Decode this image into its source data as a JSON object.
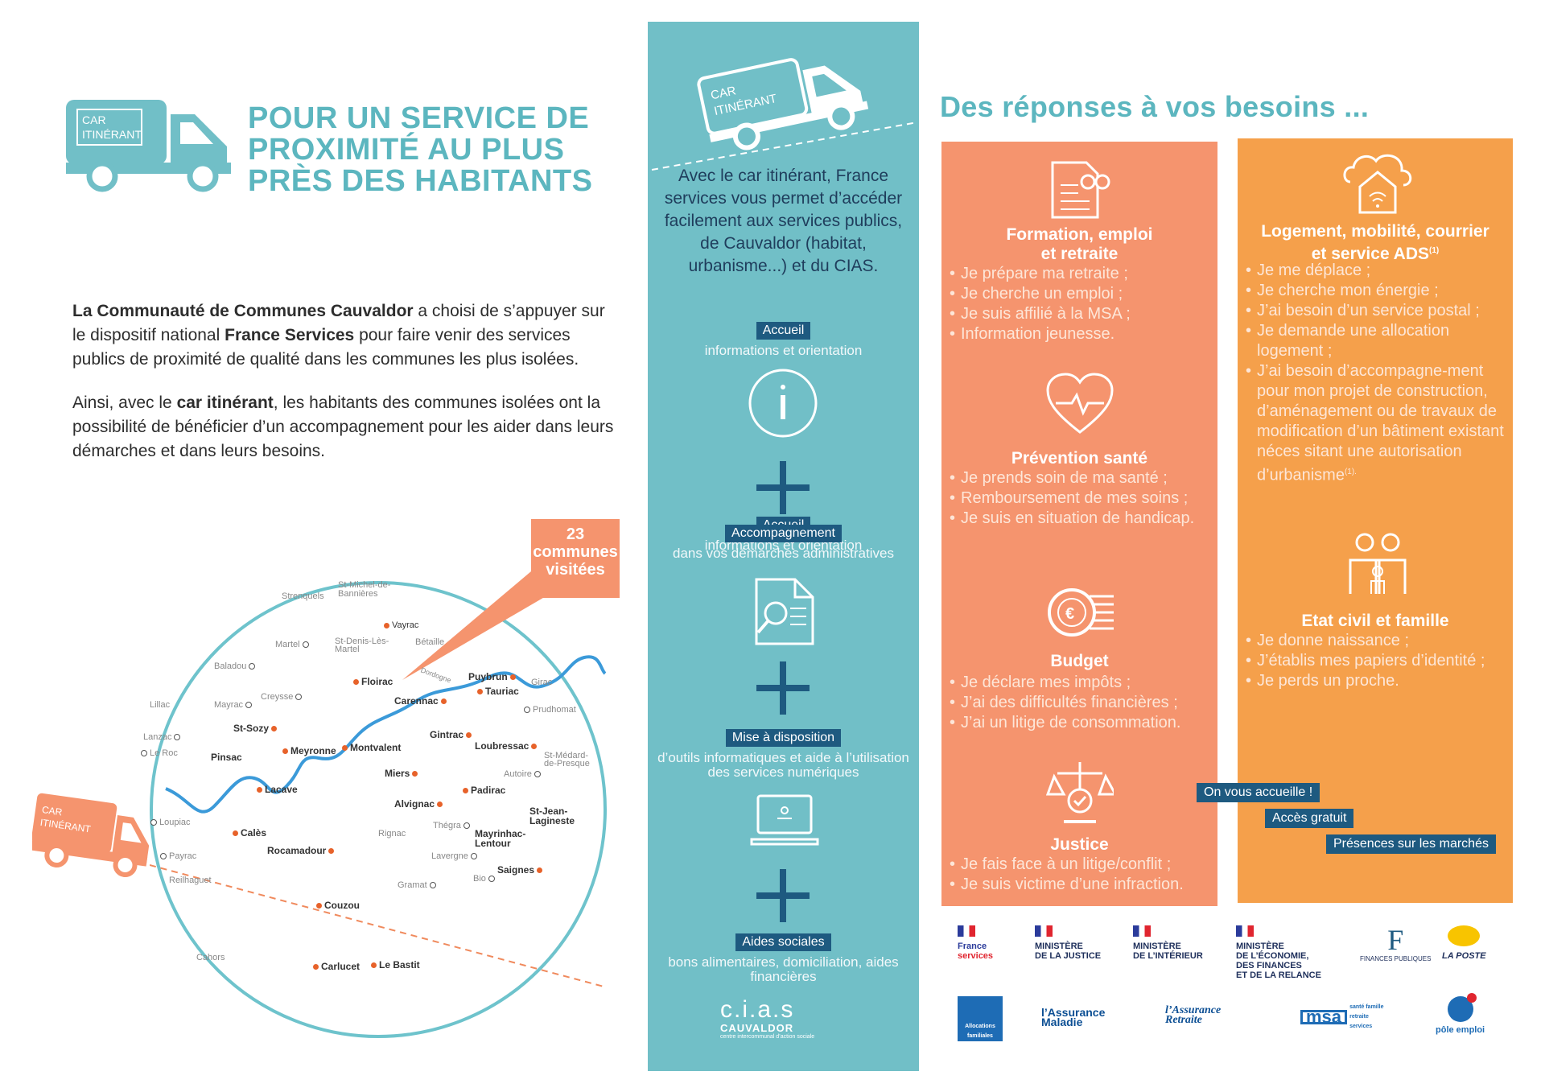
{
  "left": {
    "truck_label": "CAR\nITINÉRANT",
    "title_lines": [
      "POUR UN SERVICE DE",
      "PROXIMITÉ AU PLUS",
      "PRÈS DES HABITANTS"
    ],
    "para1": {
      "bold1": "La Communauté de Communes Cauvaldor",
      "text1": " a choisi de s’appuyer sur le dispositif national ",
      "bold2": "France Services",
      "text2": " pour faire venir des services publics de proximité de qualité dans les communes les plus isolées."
    },
    "para2": {
      "text1": "Ainsi, avec le ",
      "bold1": "car itinérant",
      "text2": ", les habitants des communes isolées ont la possibilité de bénéficier d’un accompagnement pour les aider dans leurs démarches et dans leurs besoins."
    }
  },
  "map": {
    "callout": [
      "23",
      "communes",
      "visitées"
    ],
    "truck_label": "CAR\nITINÉRANT",
    "towns_orange": [
      "Vayrac",
      "Floirac",
      "Puybrun",
      "Tauriac",
      "Carennac",
      "St-Sozy",
      "Meyronne",
      "Montvalent",
      "Gintrac",
      "Loubressac",
      "Pinsac",
      "Lacave",
      "Miers",
      "Padirac",
      "Alvignac",
      "St-Jean-Lagineste",
      "Mayrinhac-Lentour",
      "Calès",
      "Rocamadour",
      "Saignes",
      "Couzou",
      "Carlucet",
      "Le Bastit"
    ],
    "towns_white": [
      "Strenquels",
      "St-Michel-de-Bannières",
      "Martel",
      "St-Denis-Lès-Martel",
      "Baladou",
      "Creysse",
      "Mayrac",
      "Lanzac",
      "Le Roc",
      "Loupiac",
      "Payrac",
      "Reilhaguet",
      "Girac",
      "Prudhomat",
      "Autoire",
      "St-Médard-de-Presque",
      "Thégra",
      "Rignac",
      "Lavergne",
      "Bio",
      "Gramat",
      "Cahors",
      "Lillac",
      "Bétaille",
      "Dordogne"
    ]
  },
  "teal": {
    "truck_label": "CAR\nITINÉRANT",
    "intro": "Avec le car itinérant, France services vous permet d’accéder facilement aux services publics, de Cauvaldor (habitat, urbanisme...) et du CIAS.",
    "items": [
      {
        "tag": "Accueil",
        "sub": "informations et orientation"
      },
      {
        "tag": "Accompagnement",
        "sub": "dans vos démarches administratives"
      },
      {
        "tag": "Mise à disposition",
        "sub": "d’outils informatiques et aide à l’utilisation des services numériques"
      },
      {
        "tag": "Aides sociales",
        "sub": "bons alimentaires, domiciliation, aides financières"
      }
    ],
    "cias": "c.i.a.s",
    "cias_sub": "CAUVALDOR",
    "cias_small": "centre intercommunal d’action sociale"
  },
  "right": {
    "title": "Des réponses à vos besoins ...",
    "salmon": [
      {
        "title": "Formation, emploi\net retraite",
        "icon": "document-glasses-icon",
        "items": [
          "Je prépare ma retraite ;",
          "Je cherche un emploi ;",
          "Je suis affilié à la MSA ;",
          "Information jeunesse."
        ]
      },
      {
        "title": "Prévention santé",
        "icon": "heart-pulse-icon",
        "items": [
          "Je prends soin de ma santé ;",
          "Remboursement de mes soins ;",
          "Je suis en situation de handicap."
        ]
      },
      {
        "title": "Budget",
        "icon": "euro-coins-icon",
        "items": [
          "Je déclare mes impôts ;",
          "J’ai des difficultés financières ;",
          "J’ai un litige de consommation."
        ]
      },
      {
        "title": "Justice",
        "icon": "scales-icon",
        "items": [
          "Je fais face à un litige/conflit ;",
          "Je suis victime d’une infraction."
        ]
      }
    ],
    "orange": [
      {
        "title": "Logement, mobilité, courrier\net service ADS",
        "sup": "(1)",
        "icon": "house-cloud-icon",
        "items": [
          "Je me déplace ;",
          "Je cherche mon énergie ;",
          "J’ai besoin d’un service postal ;",
          "Je demande une allocation logement ;",
          "J’ai besoin d’accompagne-ment pour mon projet de construction, d’aménagement ou de travaux de modification d’un bâtiment existant néces sitant une autorisation d’urbanisme"
        ],
        "last_sup": "(1)."
      },
      {
        "title": "Etat civil et famille",
        "icon": "family-icon",
        "items": [
          "Je donne naissance ;",
          "J’établis mes papiers d’identité ;",
          "Je perds un proche."
        ]
      }
    ],
    "pills": [
      "On vous accueille !",
      "Accès gratuit",
      "Présences sur les marchés"
    ]
  },
  "logos": [
    {
      "name": "France services",
      "lines": [
        "France",
        "services"
      ]
    },
    {
      "name": "Ministère de la Justice",
      "lines": [
        "MINISTÈRE",
        "DE LA JUSTICE"
      ]
    },
    {
      "name": "Ministère de l'Intérieur",
      "lines": [
        "MINISTÈRE",
        "DE L’INTÉRIEUR"
      ]
    },
    {
      "name": "Ministère de l'Économie",
      "lines": [
        "MINISTÈRE",
        "DE L’ÉCONOMIE,",
        "DES FINANCES",
        "ET DE LA RELANCE"
      ]
    },
    {
      "name": "Finances publiques",
      "lines": [
        "FINANCES PUBLIQUES"
      ]
    },
    {
      "name": "La Poste",
      "lines": [
        "LA POSTE"
      ]
    },
    {
      "name": "CAF",
      "lines": [
        "Allocations familiales"
      ]
    },
    {
      "name": "L'Assurance Maladie",
      "lines": [
        "l’Assurance",
        "Maladie"
      ]
    },
    {
      "name": "L'Assurance Retraite",
      "lines": [
        "l’Assurance",
        "Retraite"
      ]
    },
    {
      "name": "MSA",
      "lines": [
        "msa",
        "santé famille retraite services"
      ]
    },
    {
      "name": "Pôle emploi",
      "lines": [
        "pôle emploi"
      ]
    }
  ],
  "colors": {
    "teal": "#71bfc7",
    "title_teal": "#5cb6bf",
    "salmon": "#f5946e",
    "orange": "#f5a04b",
    "navy": "#1e5a80"
  }
}
